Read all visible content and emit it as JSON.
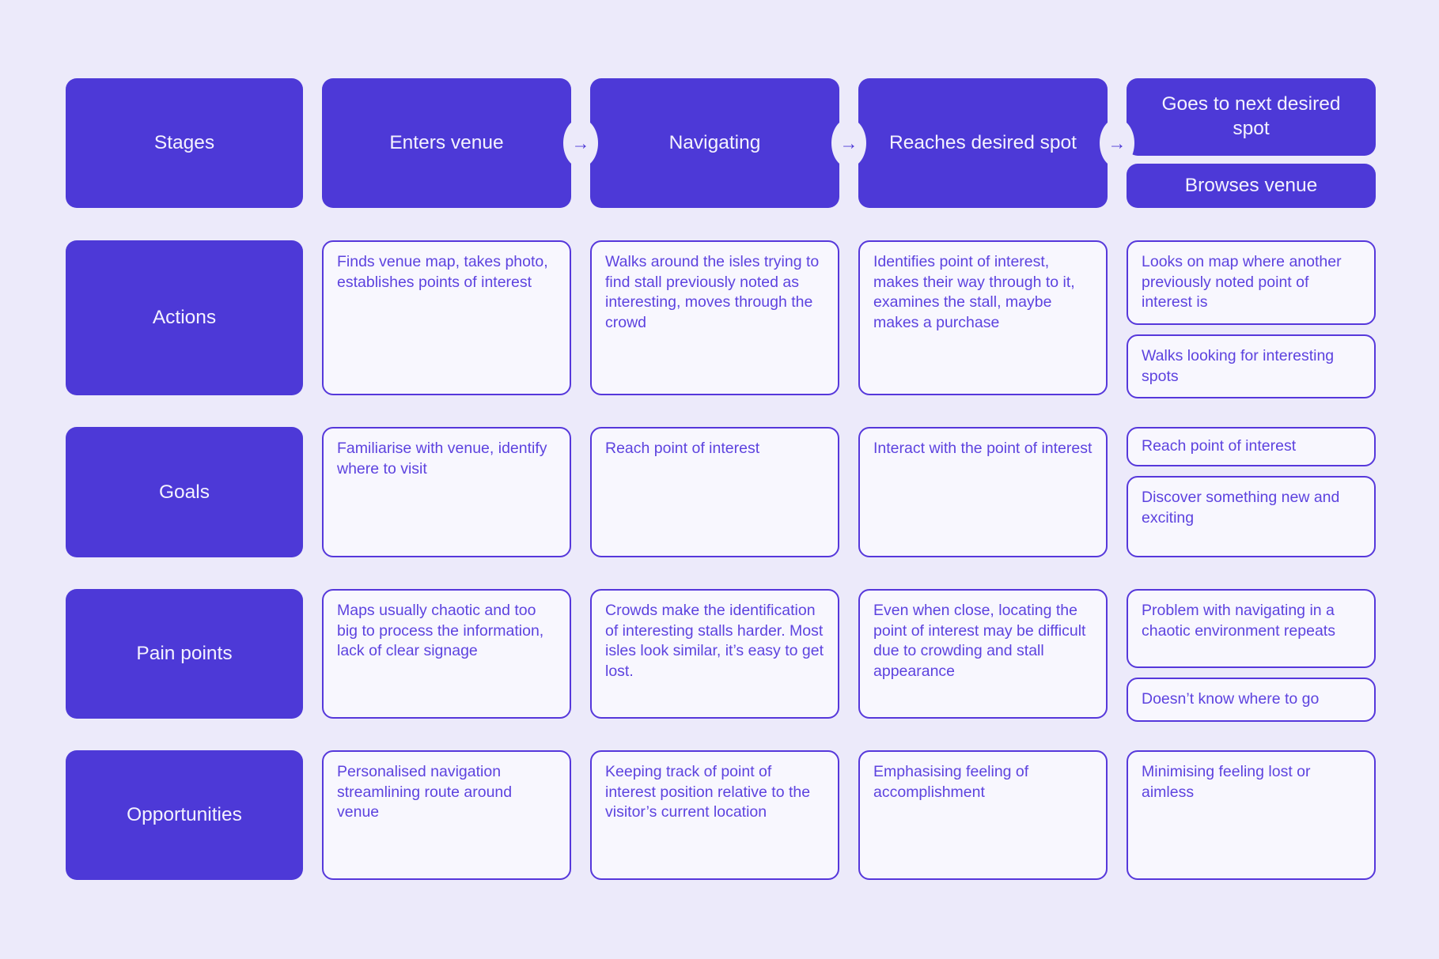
{
  "colors": {
    "purple_fill": "#4D39D7",
    "page_background": "#ECEAFA",
    "card_background": "#F8F7FE",
    "card_border": "#5638DB",
    "card_text": "#5D43DF",
    "label_text": "#F4F2FE"
  },
  "icons": {
    "arrow": "→"
  },
  "stages": {
    "label": "Stages",
    "items": [
      "Enters venue",
      "Navigating",
      "Reaches desired spot"
    ],
    "split": {
      "top": "Goes to next desired spot",
      "bottom": "Browses venue"
    }
  },
  "rows": [
    {
      "label": "Actions",
      "cells": [
        "Finds venue map, takes photo, establishes points of interest",
        "Walks around the isles trying to find stall previously noted as interesting, moves through the crowd",
        "Identifies point of interest, makes their way through to it, examines the stall, maybe makes a purchase"
      ],
      "stack": [
        "Looks on map where another previously noted point of interest is",
        "Walks looking for interesting spots"
      ]
    },
    {
      "label": "Goals",
      "cells": [
        "Familiarise with venue, identify where to visit",
        "Reach point of interest",
        "Interact with the point of interest"
      ],
      "stack": [
        "Reach point of interest",
        "Discover something new and exciting"
      ]
    },
    {
      "label": "Pain points",
      "cells": [
        "Maps usually chaotic and too big to process the information, lack of clear signage",
        "Crowds make the identification of interesting stalls harder. Most isles look similar, it’s easy to get lost.",
        "Even when close, locating the point of interest may be difficult due to crowding and stall appearance"
      ],
      "stack": [
        "Problem with navigating in a chaotic environment repeats",
        "Doesn’t know where to go"
      ]
    },
    {
      "label": "Opportunities",
      "cells": [
        "Personalised navigation streamlining route around venue",
        "Keeping track of point of interest position relative to the visitor’s current location",
        "Emphasising feeling of accomplishment"
      ],
      "stack": [
        "Minimising feeling lost or aimless"
      ]
    }
  ]
}
